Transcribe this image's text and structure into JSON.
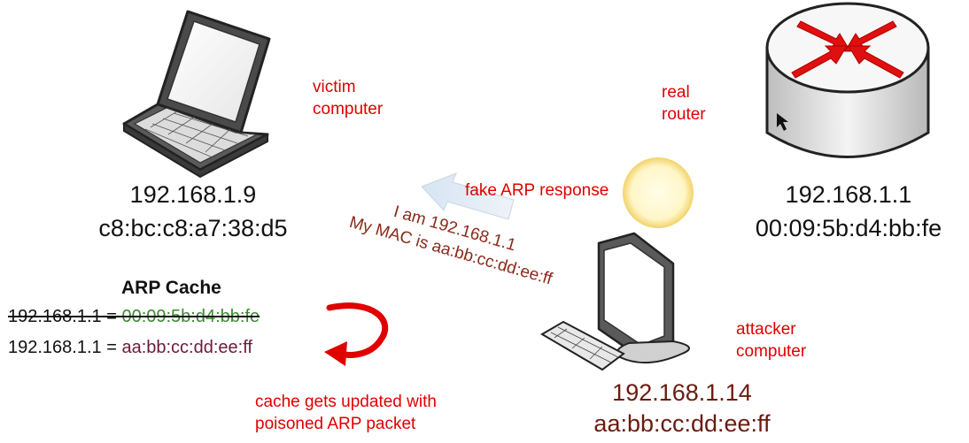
{
  "victim": {
    "label": "victim\ncomputer",
    "ip": "192.168.1.9",
    "mac": "c8:bc:c8:a7:38:d5"
  },
  "router": {
    "label": "real\nrouter",
    "ip": "192.168.1.1",
    "mac": "00:09:5b:d4:bb:fe"
  },
  "attacker": {
    "label": "attacker\ncomputer",
    "ip": "192.168.1.14",
    "mac": "aa:bb:cc:dd:ee:ff"
  },
  "fake_response": {
    "label": "fake ARP response",
    "message_line1": "I am 192.168.1.1",
    "message_line2": "My MAC is aa:bb:cc:dd:ee:ff"
  },
  "arp_cache": {
    "title": "ARP Cache",
    "old_ip": "192.168.1.1 = ",
    "old_mac": "00:09:5b:d4:bb:fe",
    "new_ip": "192.168.1.1 = ",
    "new_mac": "aa:bb:cc:dd:ee:ff"
  },
  "cache_note": "cache gets updated with\npoisoned ARP packet",
  "colors": {
    "annotation": "#e00000",
    "old_mac": "#3a8a30",
    "new_mac": "#6b1b3a",
    "router_arrows": "#e01010"
  }
}
